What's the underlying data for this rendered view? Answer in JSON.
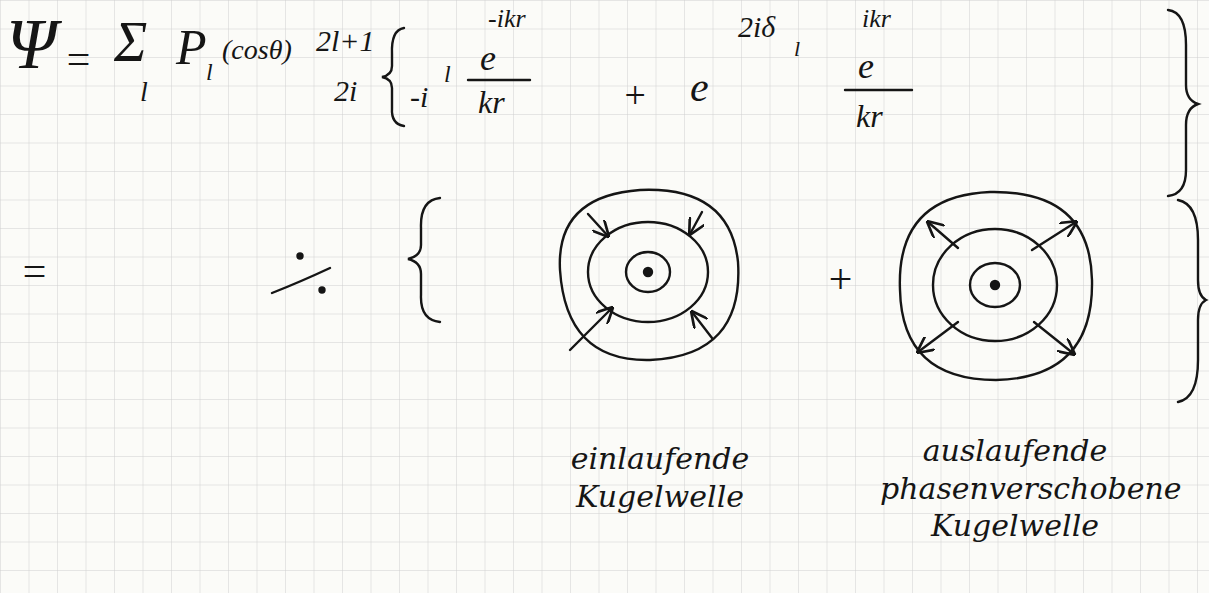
{
  "diagram": {
    "labels": [
      "Ψ",
      "=",
      "Σ",
      "l",
      "P",
      "l",
      "(cosθ)",
      "2l+1",
      "2i",
      "-i",
      "l",
      "-ikr",
      "e",
      "kr",
      "+",
      "e",
      "2iδ",
      "l",
      "ikr",
      "e",
      "kr",
      "=",
      "+",
      "einlaufende Kugelwelle",
      "auslaufende phasenverschobene Kugelwelle"
    ]
  }
}
